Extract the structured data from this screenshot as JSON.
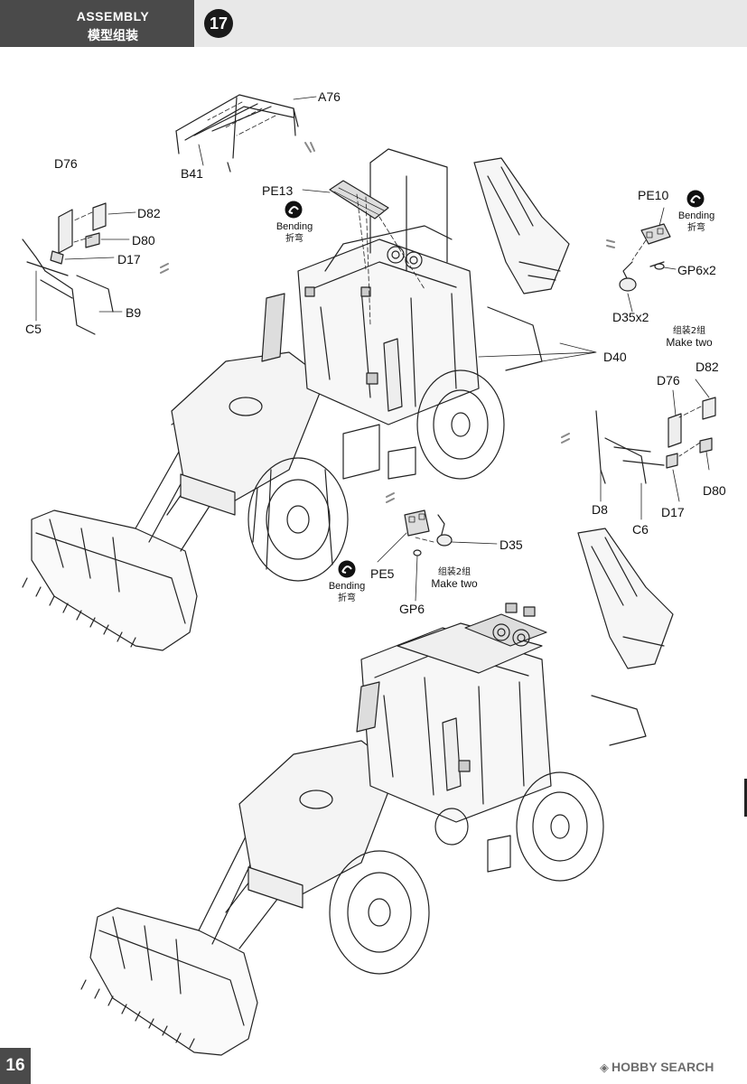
{
  "header": {
    "title": "ASSEMBLY",
    "subtitle": "模型组装",
    "step": "17"
  },
  "labels": {
    "a76": "A76",
    "b41": "B41",
    "pe13": "PE13",
    "d76_left": "D76",
    "d82_left": "D82",
    "d80_left": "D80",
    "d17_left": "D17",
    "c5": "C5",
    "b9": "B9",
    "pe10": "PE10",
    "gp6x2": "GP6x2",
    "d35x2": "D35x2",
    "d40": "D40",
    "d76_right": "D76",
    "d82_right": "D82",
    "d80_right": "D80",
    "d17_right": "D17",
    "d8": "D8",
    "c6": "C6",
    "d35": "D35",
    "pe5": "PE5",
    "gp6": "GP6"
  },
  "notes": {
    "bending_en": "Bending",
    "bending_cn": "折弯",
    "make_two_cn": "组装2组",
    "make_two_en": "Make two"
  },
  "footer": {
    "page_number": "16",
    "watermark": "HOBBY SEARCH"
  }
}
